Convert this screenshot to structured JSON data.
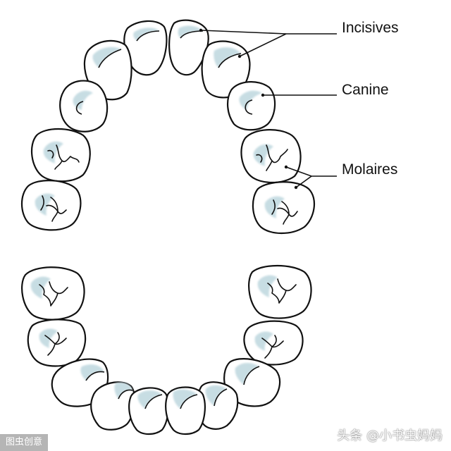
{
  "labels": {
    "incisives": "Incisives",
    "canine": "Canine",
    "molaires": "Molaires"
  },
  "watermarks": {
    "left": "图虫创意",
    "right": "头条 @小书虫妈妈"
  },
  "colors": {
    "outline": "#111111",
    "tooth_fill": "#ffffff",
    "highlight": "#c7dde3",
    "background": "#ffffff"
  }
}
